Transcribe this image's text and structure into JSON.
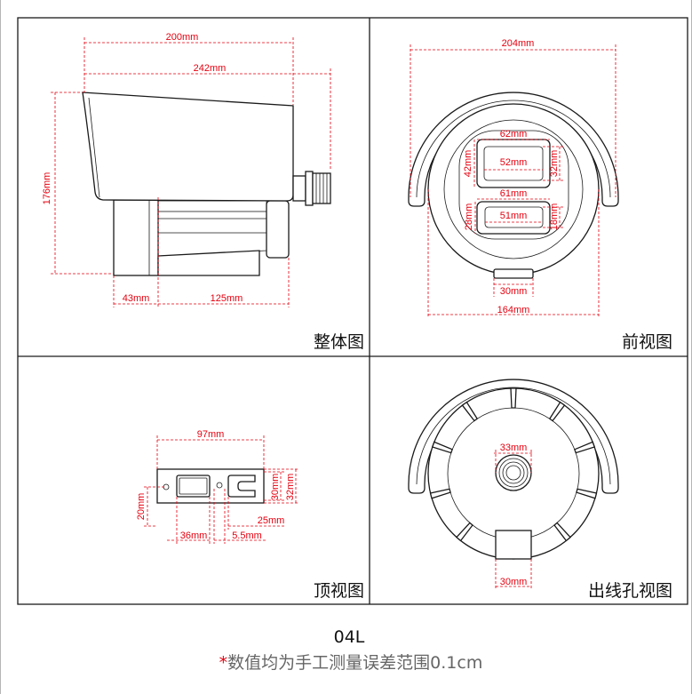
{
  "sheet": {
    "views": [
      {
        "label": "整体图",
        "dims": [
          "200mm",
          "242mm",
          "176mm",
          "43mm",
          "125mm"
        ]
      },
      {
        "label": "前视图",
        "dims": [
          "204mm",
          "62mm",
          "52mm",
          "42mm",
          "32mm",
          "61mm",
          "51mm",
          "28mm",
          "18mm",
          "30mm",
          "164mm"
        ]
      },
      {
        "label": "顶视图",
        "dims": [
          "97mm",
          "30mm",
          "32mm",
          "20mm",
          "25mm",
          "36mm",
          "5.5mm"
        ]
      },
      {
        "label": "出线孔视图",
        "dims": [
          "33mm",
          "30mm"
        ]
      }
    ],
    "model": "04L",
    "note_mark": "*",
    "note": "数值均为手工测量误差范围0.1cm"
  },
  "colors": {
    "dimension": "#e5000f",
    "line": "#1a1a1a",
    "note": "#666666"
  }
}
